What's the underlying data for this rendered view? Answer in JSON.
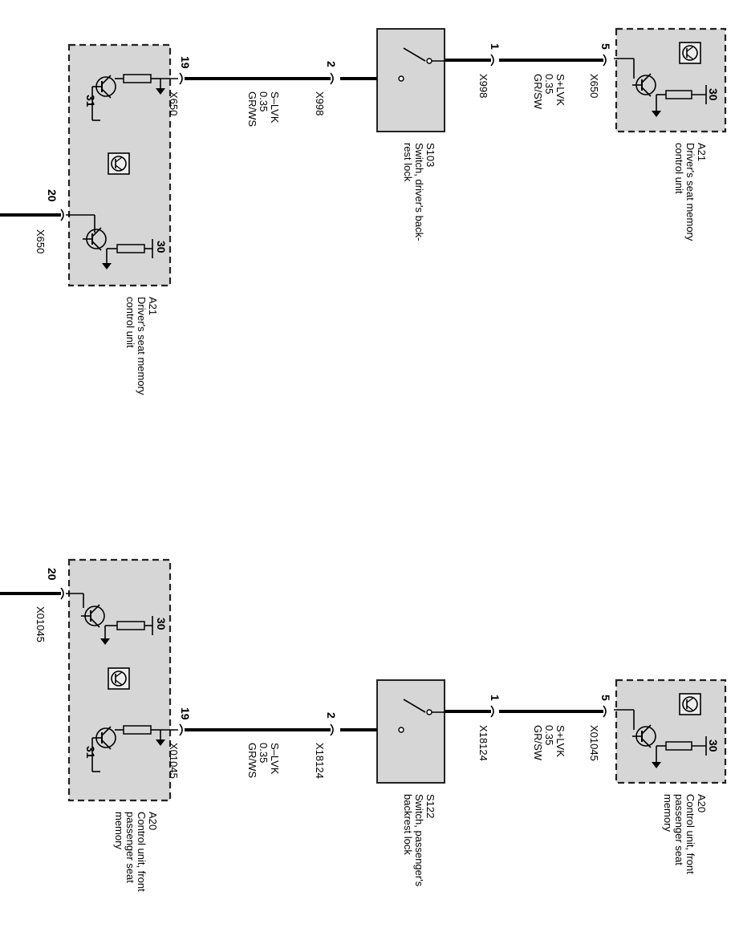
{
  "connectors": {
    "a21_x650": "X650",
    "x998": "X998",
    "a20_x01045": "X01045",
    "x18124": "X18124"
  },
  "wires": {
    "s_plus": "S+LVK",
    "s_minus": "S–LVK",
    "gauge": "0.35",
    "color_gr_sw": "GR/SW",
    "color_gr_ws": "GR/WS"
  },
  "pins": {
    "p1": "1",
    "p2": "2",
    "p5": "5",
    "p19": "19",
    "p20": "20",
    "t30": "30",
    "t31": "31"
  },
  "components": {
    "a21": {
      "id": "A21",
      "name_line1": "Driver's seat memory",
      "name_line2": "control unit"
    },
    "a20": {
      "id": "A20",
      "name_line1": "Control unit, front",
      "name_line2": "passenger seat",
      "name_line3": "memory"
    },
    "s103": {
      "id": "S103",
      "name_line1": "Switch, driver's back-",
      "name_line2": "rest lock"
    },
    "s122": {
      "id": "S122",
      "name_line1": "Switch, passenger's",
      "name_line2": "backrest lock"
    }
  }
}
